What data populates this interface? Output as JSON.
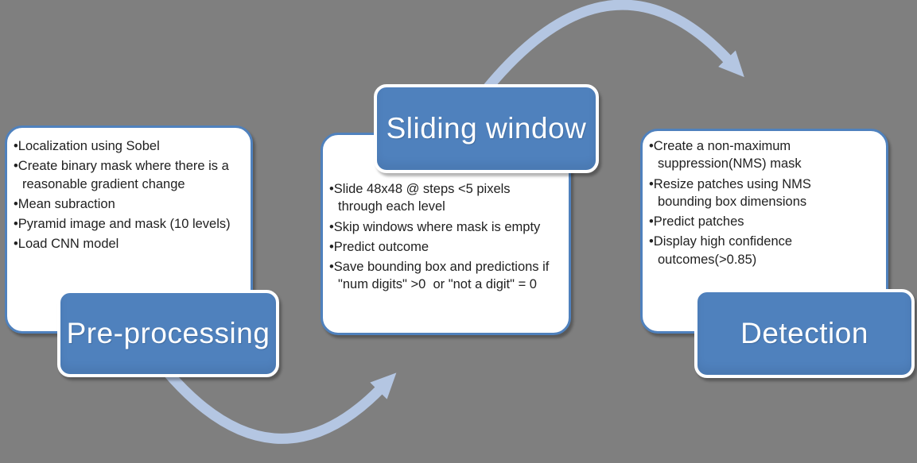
{
  "colors": {
    "background": "#7f7f7f",
    "accent_blue": "#4f81bd",
    "arrow_blue": "#b4c6e2",
    "card_bg": "#ffffff",
    "text_dark": "#212121",
    "label_text": "#ffffff"
  },
  "stages": [
    {
      "label": "Pre-processing",
      "bullets": [
        "Localization using Sobel",
        "Create binary mask where there is a reasonable gradient change",
        "Mean subraction",
        "Pyramid image and mask (10 levels)",
        "Load CNN model"
      ]
    },
    {
      "label": "Sliding window",
      "bullets": [
        "Slide 48x48 @ steps <5 pixels through each level",
        "Skip windows where mask is empty",
        "Predict outcome",
        "Save bounding box and predictions if \"num digits\" >0  or \"not a digit\" = 0"
      ]
    },
    {
      "label": "Detection",
      "bullets": [
        "Create a non-maximum suppression(NMS) mask",
        "Resize patches using NMS bounding box dimensions",
        "Predict patches",
        "Display high confidence outcomes(>0.85)"
      ]
    }
  ]
}
